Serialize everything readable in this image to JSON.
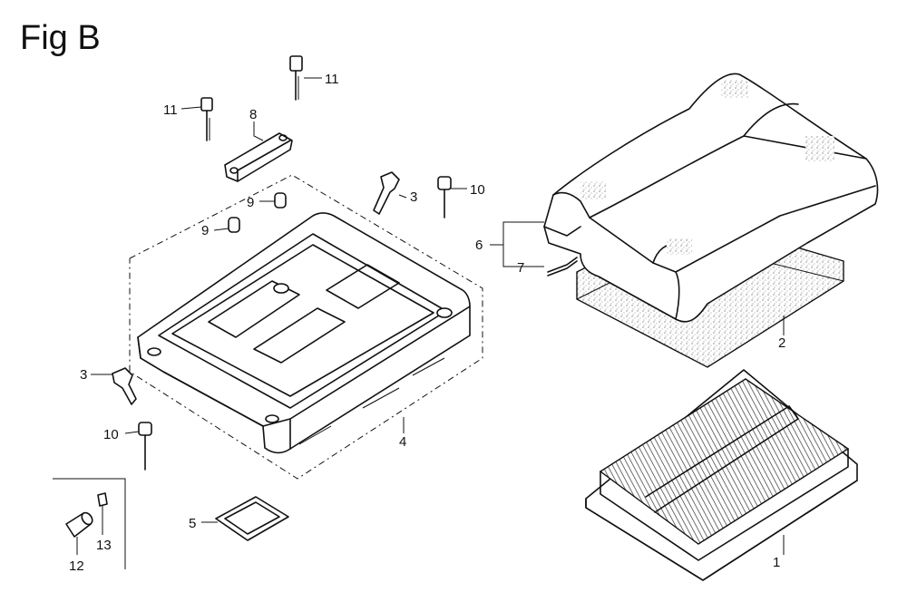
{
  "figure": {
    "title": "Fig B"
  },
  "callouts": [
    {
      "id": "1",
      "label": "1"
    },
    {
      "id": "2",
      "label": "2"
    },
    {
      "id": "3a",
      "label": "3"
    },
    {
      "id": "3b",
      "label": "3"
    },
    {
      "id": "4",
      "label": "4"
    },
    {
      "id": "5",
      "label": "5"
    },
    {
      "id": "6",
      "label": "6"
    },
    {
      "id": "7",
      "label": "7"
    },
    {
      "id": "8",
      "label": "8"
    },
    {
      "id": "9a",
      "label": "9"
    },
    {
      "id": "9b",
      "label": "9"
    },
    {
      "id": "10a",
      "label": "10"
    },
    {
      "id": "10b",
      "label": "10"
    },
    {
      "id": "11a",
      "label": "11"
    },
    {
      "id": "11b",
      "label": "11"
    },
    {
      "id": "12",
      "label": "12"
    },
    {
      "id": "13",
      "label": "13"
    }
  ]
}
